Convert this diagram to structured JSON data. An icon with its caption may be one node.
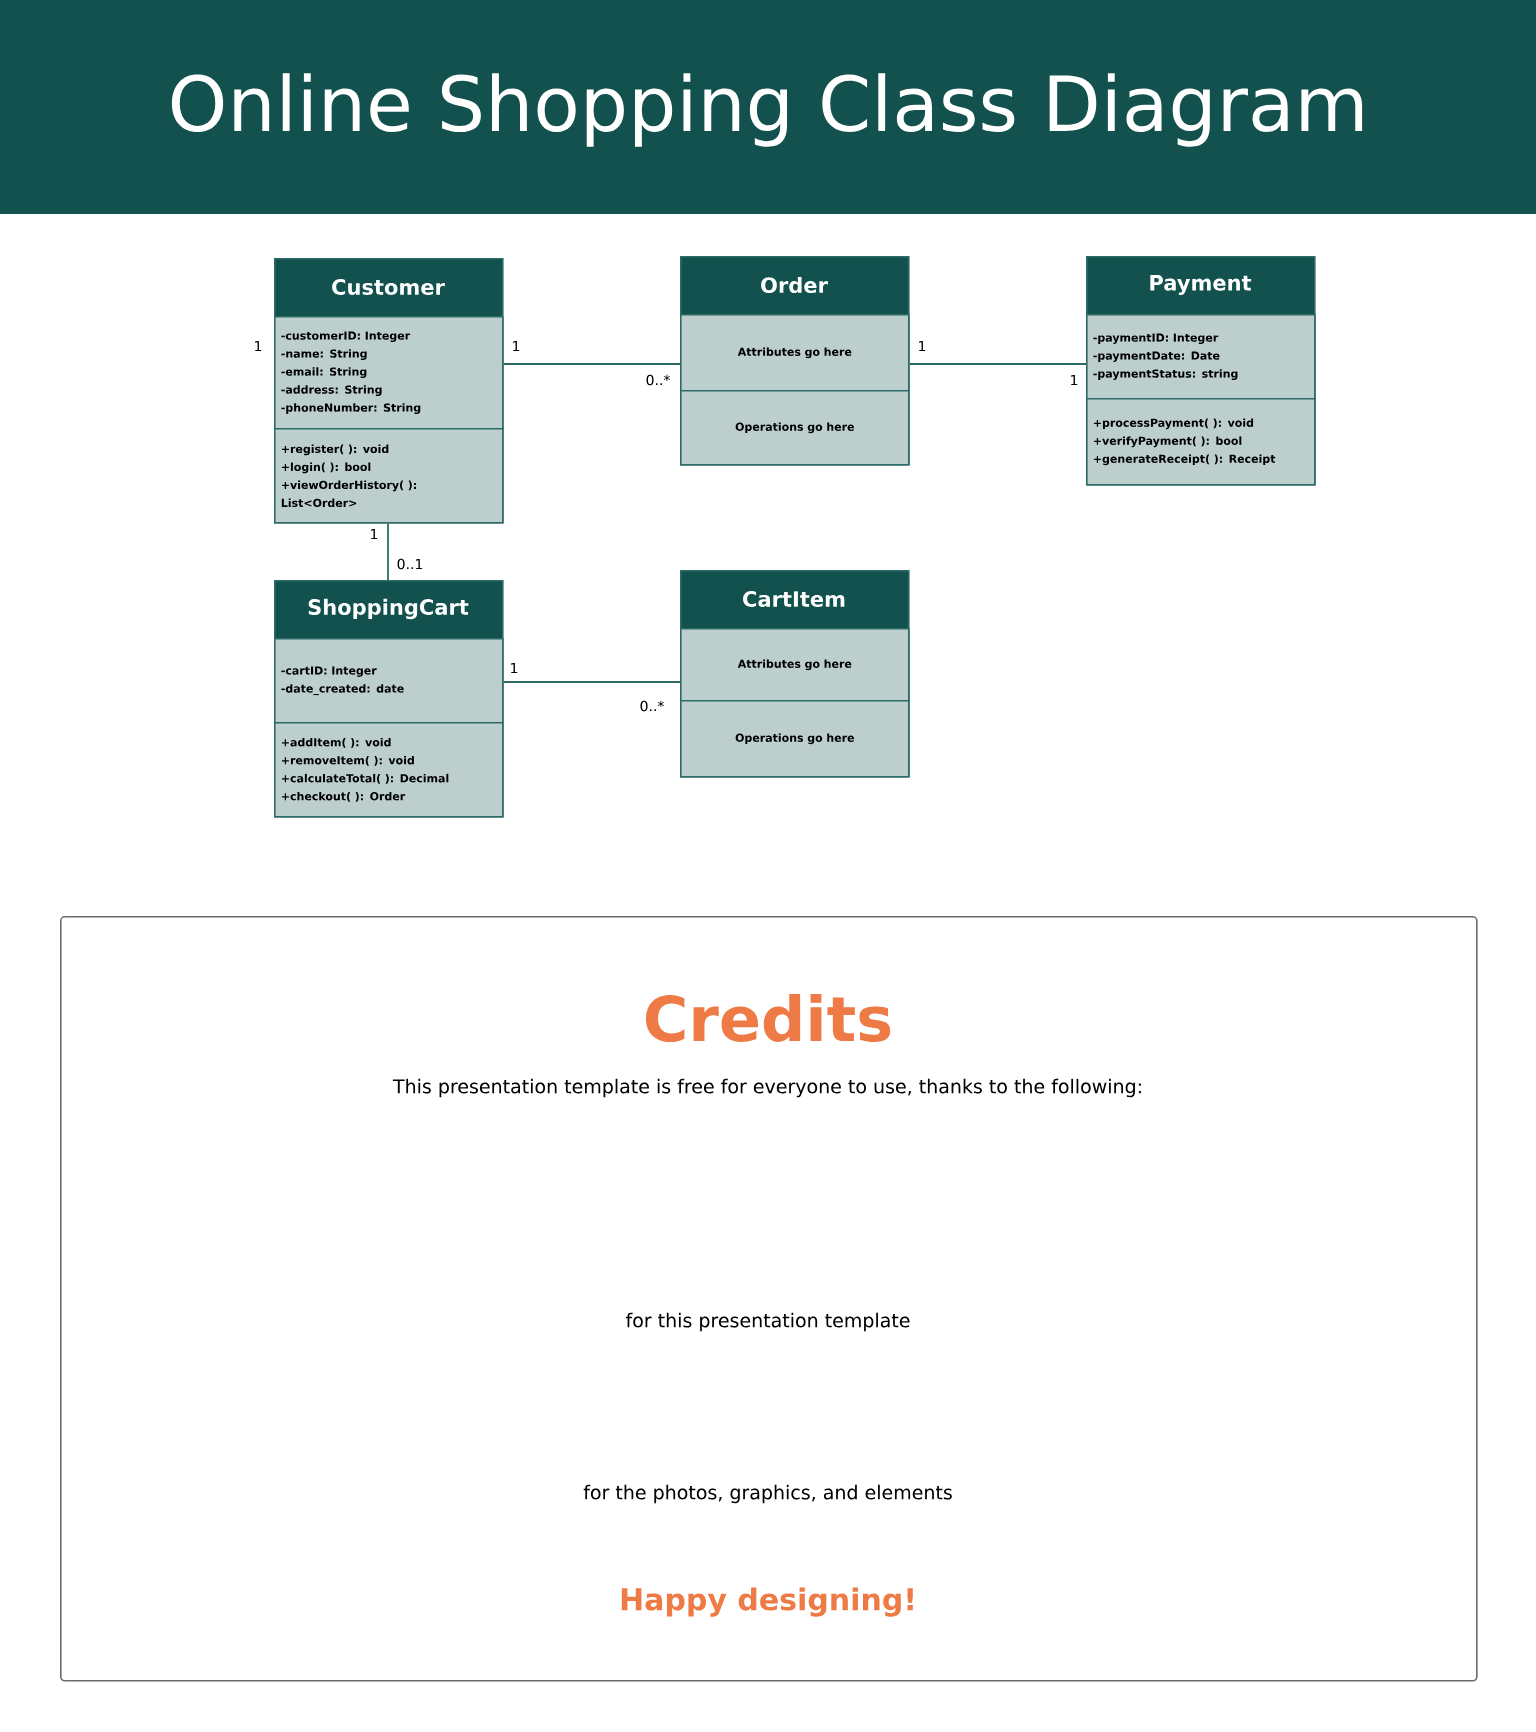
{
  "diagram": {
    "title": "Online Shopping Class Diagram",
    "nodes": [
      {
        "text": [
          "Customer"
        ]
      },
      {
        "text": [
          "-customerID: Integer",
          "-name: String",
          "-email: String",
          "-address: String",
          "-phoneNumber: String"
        ],
        "in": 0
      },
      {
        "text": [
          "+register( ): void",
          "+login( ): bool",
          "+viewOrderHistory( ): List<Order>"
        ],
        "in": 0
      },
      {
        "text": [
          "Order"
        ]
      },
      {
        "text": [
          "Attributes go here"
        ],
        "in": 3
      },
      {
        "text": [
          "Operations go here"
        ],
        "in": 3
      },
      {
        "text": [
          "Payment"
        ]
      },
      {
        "text": [
          "-paymentID: Integer",
          "-paymentDate: Date",
          "-paymentStatus: string"
        ],
        "in": 6
      },
      {
        "text": [
          "+processPayment( ): void",
          "+verifyPayment( ): bool",
          "+generateReceipt( ): Receipt"
        ],
        "in": 6
      },
      {
        "text": [
          "ShoppingCart"
        ]
      },
      {
        "text": [
          "-cartID: Integer",
          "-date_created: date"
        ],
        "in": 9
      },
      {
        "text": [
          "+addItem( ): void",
          "+removeItem( ): void",
          "+calculateTotal( ): Decimal",
          "+checkout( ): Order"
        ],
        "in": 9
      },
      {
        "text": [
          "CartItem"
        ]
      },
      {
        "text": [
          "Attributes go here"
        ],
        "in": 12
      },
      {
        "text": [
          "Operations go here"
        ],
        "in": 12
      },
      {
        "text": [
          "Credits",
          "This presentation template is free for everyone to use, thanks to the following:",
          "for this presentation template",
          "for the photos, graphics, and elements",
          "Happy designing!"
        ]
      }
    ],
    "edges": [
      {
        "from": 0,
        "to": 3,
        "arrow": "none"
      },
      {
        "from": 3,
        "to": 6,
        "arrow": "none"
      },
      {
        "from": 0,
        "to": 9,
        "arrow": "none"
      },
      {
        "from": 9,
        "to": 12,
        "arrow": "none"
      }
    ],
    "labels": [
      "1",
      "1",
      "1",
      "0..*",
      "1",
      "1",
      "0..1",
      "1",
      "0..*"
    ]
  }
}
